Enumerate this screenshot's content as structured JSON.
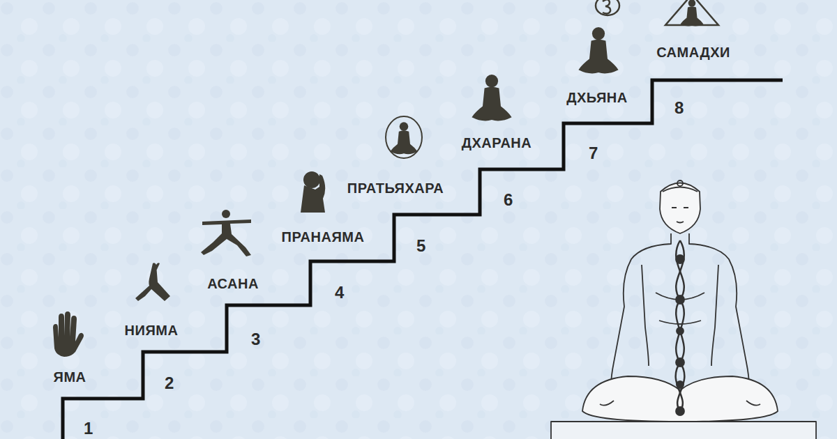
{
  "diagram": {
    "labels": [
      "ЯМА",
      "1",
      "НИЯМА",
      "2",
      "АСАНА",
      "3",
      "ПРАНАЯМА",
      "4",
      "ПРАТЬЯХАРА",
      "5",
      "ДХАРАНА",
      "6",
      "ДХЬЯНА",
      "7",
      "САМАДХИ",
      "8"
    ]
  }
}
